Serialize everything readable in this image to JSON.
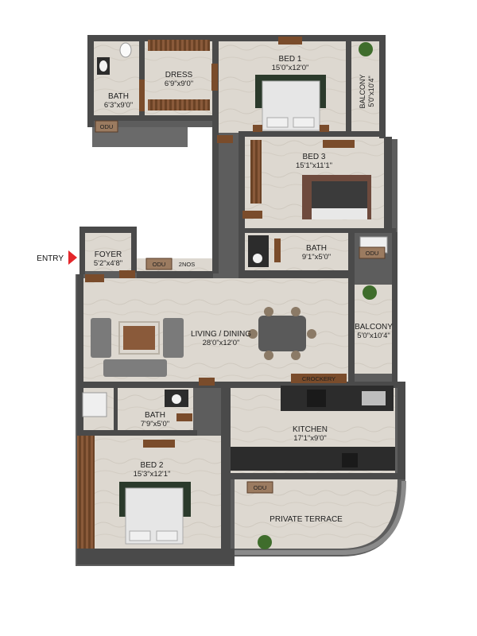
{
  "entry": "ENTRY",
  "rooms": {
    "bath_top": {
      "name": "BATH",
      "dim": "6'3\"x9'0\""
    },
    "dress": {
      "name": "DRESS",
      "dim": "6'9\"x9'0\""
    },
    "bed1": {
      "name": "BED 1",
      "dim": "15'0\"x12'0\""
    },
    "balcony_top": {
      "name": "BALCONY",
      "dim": "5'0\"x10'4\""
    },
    "bed3": {
      "name": "BED 3",
      "dim": "15'1\"x11'1\""
    },
    "foyer": {
      "name": "FOYER",
      "dim": "5'2\"x4'8\""
    },
    "bath_mid": {
      "name": "BATH",
      "dim": "9'1\"x5'0\""
    },
    "living": {
      "name": "LIVING / DINING",
      "dim": "28'0\"x12'0\""
    },
    "balcony_mid": {
      "name": "BALCONY",
      "dim": "5'0\"x10'4\""
    },
    "bath_low": {
      "name": "BATH",
      "dim": "7'9\"x5'0\""
    },
    "kitchen": {
      "name": "KITCHEN",
      "dim": "17'1\"x9'0\""
    },
    "bed2": {
      "name": "BED 2",
      "dim": "15'3\"x12'1\""
    },
    "terrace": {
      "name": "PRIVATE TERRACE"
    }
  },
  "labels": {
    "odu": "ODU",
    "two_nos": "2NOS",
    "crockery": "CROCKERY"
  },
  "colors": {
    "wall": "#4a4a4a",
    "floor": "#d9d4cc",
    "outer": "#6f6f6f",
    "wood": "#8a5a3a",
    "entry_marker": "#e4262a"
  }
}
